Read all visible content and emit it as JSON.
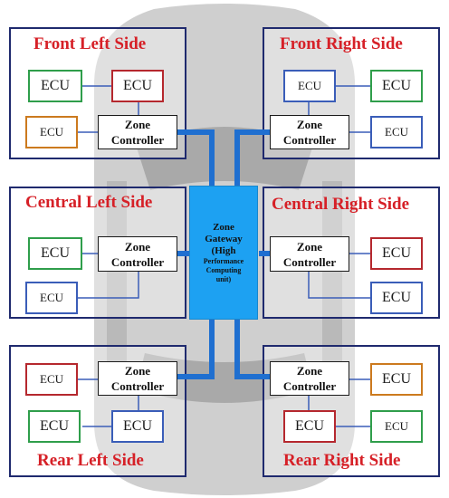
{
  "colors": {
    "title_red": "#d62027",
    "zone_border": "#1f2a6e",
    "ecu_green": "#2f9e4b",
    "ecu_red": "#b5282e",
    "ecu_orange": "#cc7a1e",
    "ecu_blue": "#3a5db8",
    "gateway_fill": "#1da1f2",
    "link_blue": "#1f6fd0",
    "car_body": "#cfcfcf"
  },
  "zones": {
    "front_left": {
      "title": "Front Left Side"
    },
    "front_right": {
      "title": "Front Right Side"
    },
    "central_left": {
      "title": "Central Left Side"
    },
    "central_right": {
      "title": "Central Right Side"
    },
    "rear_left": {
      "title": "Rear Left Side"
    },
    "rear_right": {
      "title": "Rear Right Side"
    }
  },
  "ecu_label": "ECU",
  "zone_controller": {
    "line1": "Zone",
    "line2": "Controller"
  },
  "gateway": {
    "line1": "Zone",
    "line2": "Gateway",
    "line3": "(High",
    "line4": "Performance",
    "line5": "Computing",
    "line6": "unit)"
  }
}
